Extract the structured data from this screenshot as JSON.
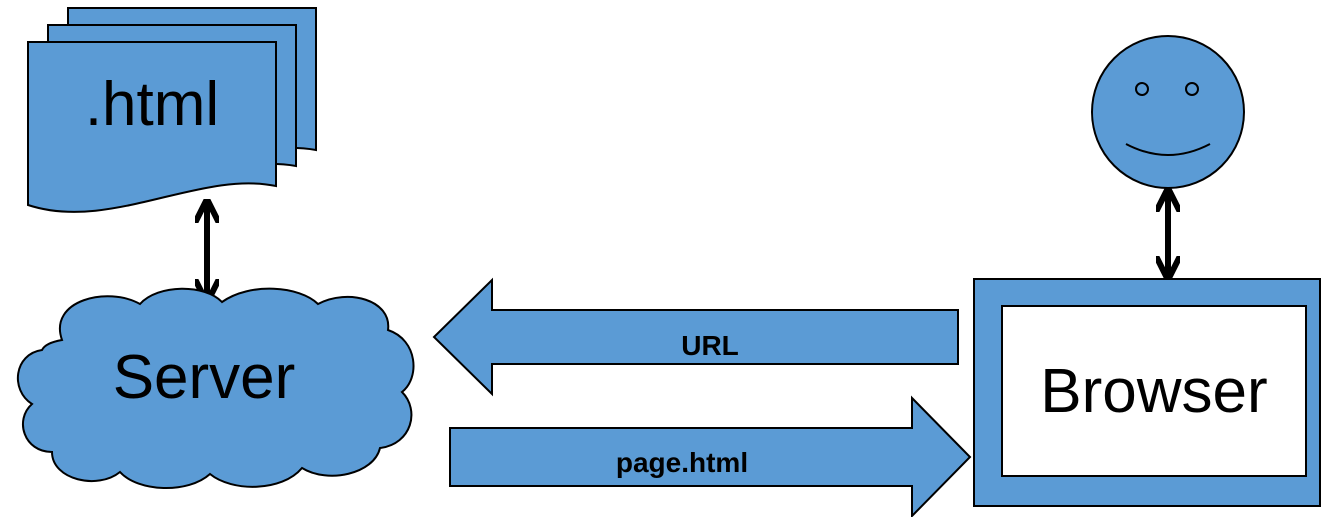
{
  "documents": {
    "label": ".html"
  },
  "server": {
    "label": "Server"
  },
  "browser": {
    "label": "Browser"
  },
  "request_arrow": {
    "label": "URL"
  },
  "response_arrow": {
    "label": "page.html"
  },
  "colors": {
    "shape_fill": "#5b9bd5",
    "outline": "#000000",
    "background": "#ffffff"
  }
}
